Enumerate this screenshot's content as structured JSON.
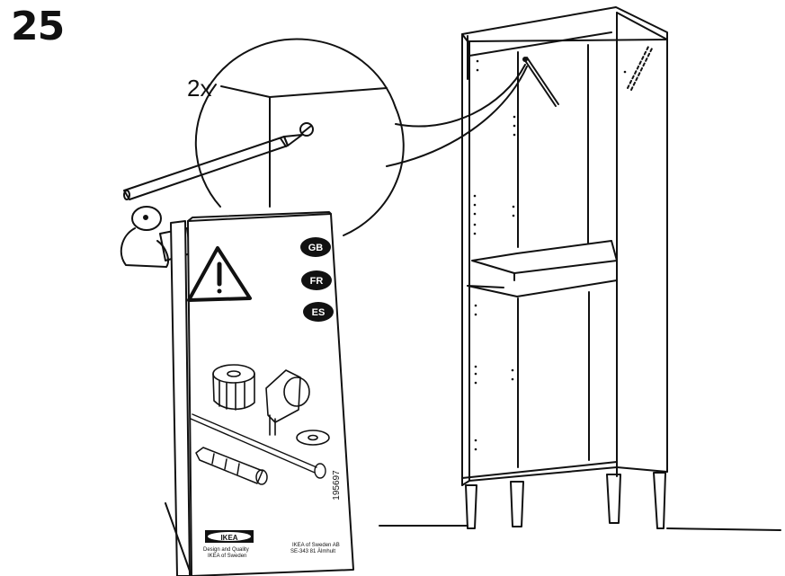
{
  "step": {
    "number": "25"
  },
  "callout": {
    "quantity": "2x"
  },
  "leaflet": {
    "badges": [
      "GB",
      "FR",
      "ES"
    ],
    "part_number": "195697",
    "brand": "IKEA",
    "design_line1": "Design and Quality",
    "design_line2": "IKEA of Sweden",
    "address_line1": "IKEA of Sweden AB",
    "address_line2": "SE-343 81 Älmhult"
  },
  "icons": {
    "warning": "warning-triangle-icon",
    "reader": "manual-reader-icon"
  }
}
